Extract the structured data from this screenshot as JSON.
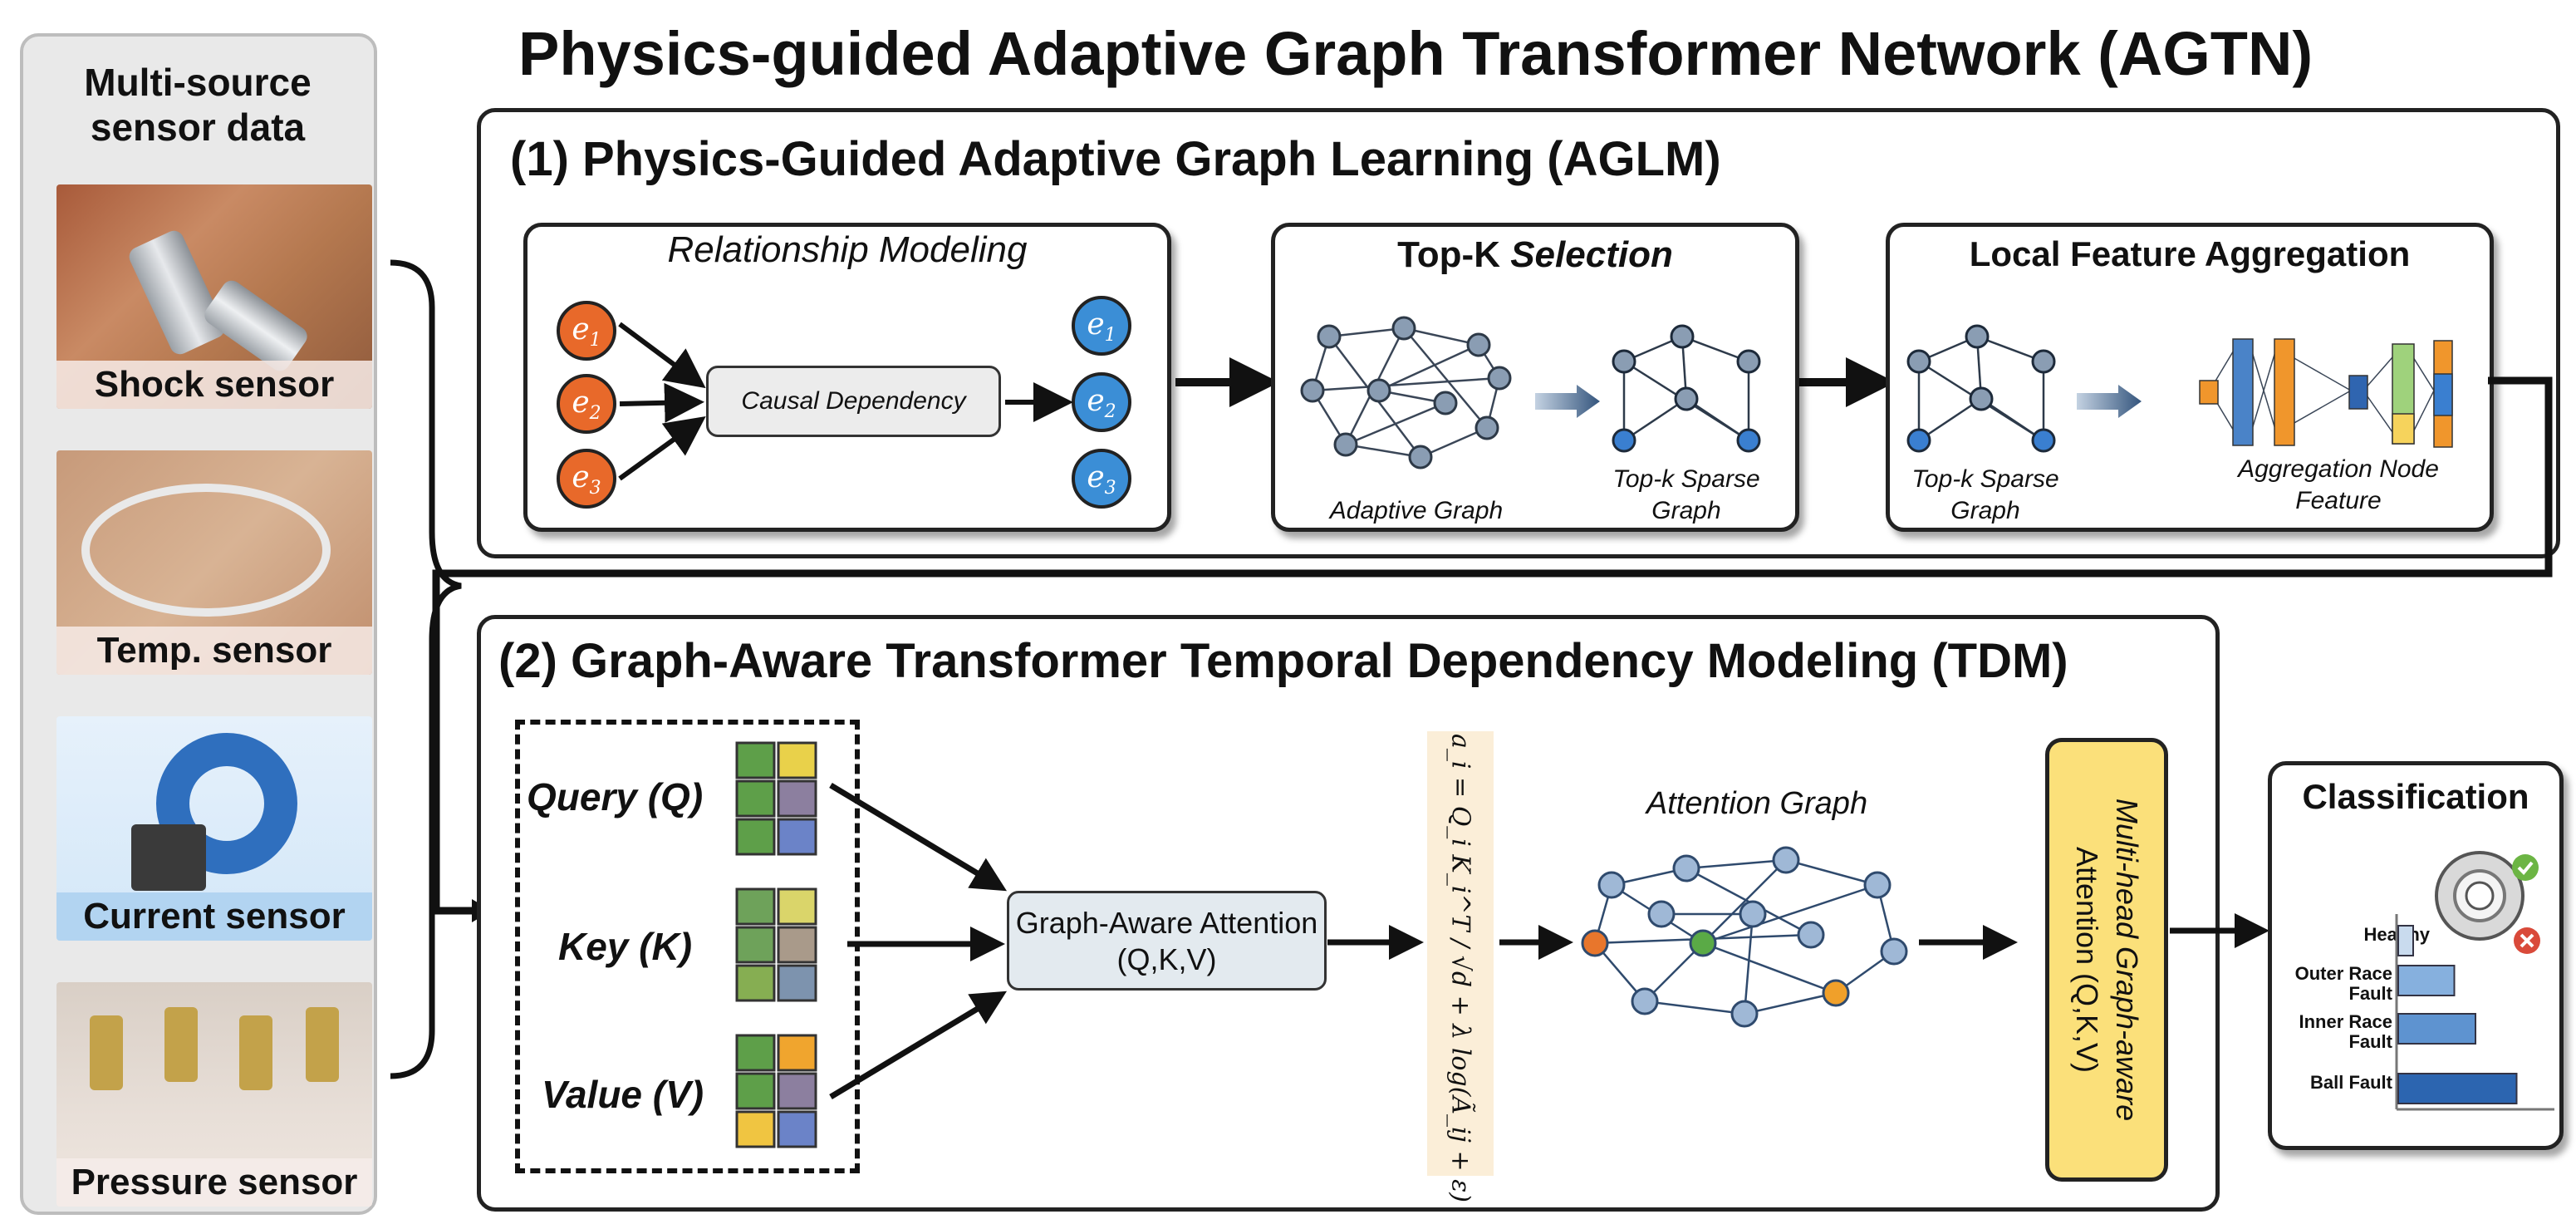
{
  "title": "Physics-guided Adaptive Graph Transformer Network (AGTN)",
  "sensors": {
    "heading": "Multi-source sensor data",
    "items": [
      {
        "label": "Shock sensor"
      },
      {
        "label": "Temp. sensor"
      },
      {
        "label": "Current sensor"
      },
      {
        "label": "Pressure sensor"
      }
    ]
  },
  "aglm": {
    "title": "(1) Physics-Guided Adaptive Graph Learning (AGLM)",
    "relationship": {
      "title": "Relationship Modeling",
      "source_nodes": [
        "e",
        "e",
        "e"
      ],
      "target_nodes": [
        "e",
        "e",
        "e"
      ],
      "box_label": "Causal  Dependency"
    },
    "topk": {
      "title_plain": "Top-K ",
      "title_italic": "Selection",
      "caption_left": "Adaptive Graph",
      "caption_right": "Top-k Sparse Graph"
    },
    "local": {
      "title": "Local Feature Aggregation",
      "caption_left": "Top-k Sparse Graph",
      "caption_right": "Aggregation Node Feature"
    }
  },
  "tdm": {
    "title": "(2) Graph-Aware Transformer Temporal Dependency Modeling (TDM)",
    "query_label": "Query (Q)",
    "key_label": "Key (K)",
    "value_label": "Value (V)",
    "attention_box": "Graph-Aware Attention (Q,K,V)",
    "formula": "a_i = Q_i K_i^T / √d + λ log(Ã_ij + ε)",
    "attention_graph": "Attention Graph",
    "mha_line1": "Multi-head  Graph-aware",
    "mha_line2": "Attention (Q,K,V)"
  },
  "classification": {
    "title": "Classification",
    "bars": [
      {
        "label": "Healthy",
        "value": 0.12
      },
      {
        "label": "Outer Race Fault",
        "value": 0.45
      },
      {
        "label": "Inner Race Fault",
        "value": 0.62
      },
      {
        "label": "Ball Fault",
        "value": 0.95
      }
    ]
  },
  "colors": {
    "orange_node": "#e8692a",
    "blue_node": "#3b8ed6",
    "graph_node": "#8a9db3",
    "graph_node_blue": "#3a7fd0",
    "highlight_green": "#5aaa46",
    "highlight_orange": "#f0a02a",
    "mha_fill": "#fbe07a",
    "formula_fill": "#fbeed8"
  }
}
